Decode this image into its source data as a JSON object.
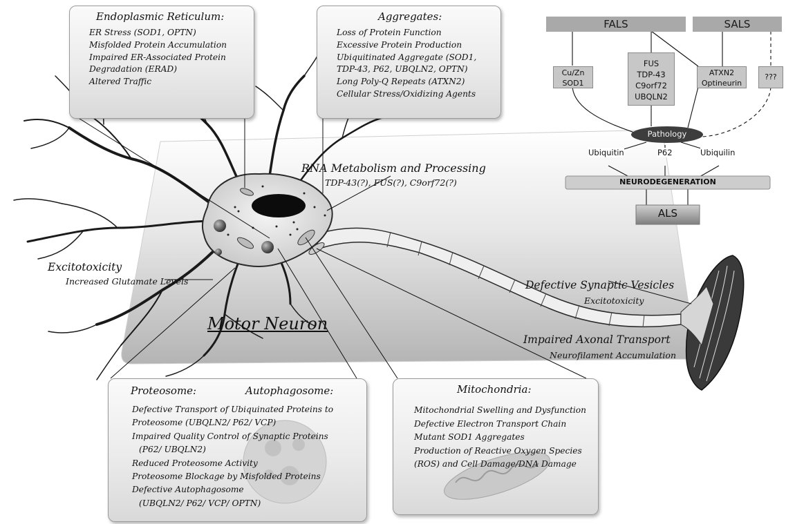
{
  "er": {
    "title": "Endoplasmic Reticulum:",
    "lines": [
      "ER Stress (SOD1, OPTN)",
      "Misfolded Protein Accumulation",
      "Impaired ER-Associated Protein",
      "Degradation (ERAD)",
      "Altered Traffic"
    ]
  },
  "aggregates": {
    "title": "Aggregates:",
    "lines": [
      "Loss of Protein Function",
      "Excessive Protein Production",
      "Ubiquitinated Aggregate (SOD1,",
      "TDP-43, P62, UBQLN2, OPTN)",
      "Long Poly-Q Repeats (ATXN2)",
      "Cellular Stress/Oxidizing Agents"
    ]
  },
  "rna": {
    "title": "RNA Metabolism and Processing",
    "subtitle": "TDP-43(?), FUS(?), C9orf72(?)"
  },
  "excitotoxicity": {
    "title": "Excitotoxicity",
    "subtitle": "Increased Glutamate Levels"
  },
  "motor_neuron": "Motor Neuron",
  "synaptic": {
    "title": "Defective Synaptic Vesicles",
    "subtitle": "Excitotoxicity"
  },
  "axonal": {
    "title": "Impaired Axonal Transport",
    "subtitle": "Neurofilament Accumulation"
  },
  "proteosome": {
    "title_left": "Proteosome:",
    "title_right": "Autophagosome:",
    "lines": [
      "Defective Transport of Ubiquinated Proteins to",
      "Proteosome (UBQLN2/ P62/ VCP)",
      "Impaired Quality Control of Synaptic Proteins",
      "(P62/ UBQLN2)",
      "Reduced Proteosome Activity",
      "Proteosome Blockage by Misfolded Proteins",
      "Defective Autophagosome",
      "(UBQLN2/ P62/ VCP/ OPTN)"
    ]
  },
  "mitochondria": {
    "title": "Mitochondria:",
    "lines": [
      "Mitochondrial Swelling and Dysfunction",
      "Defective Electron Transport Chain",
      "Mutant SOD1 Aggregates",
      "Production of Reactive Oxygen Species",
      "(ROS) and Cell Damage/DNA Damage"
    ]
  },
  "flow": {
    "fals": "FALS",
    "sals": "SALS",
    "cuzn": [
      "Cu/Zn",
      "SOD1"
    ],
    "fus_group": [
      "FUS",
      "TDP-43",
      "C9orf72",
      "UBQLN2"
    ],
    "atxn": [
      "ATXN2",
      "Optineurin"
    ],
    "unknown": "???",
    "pathology": "Pathology",
    "ubiquitin": "Ubiquitin",
    "p62": "P62",
    "ubiquilin": "Ubiquilin",
    "neurodegeneration": "NEURODEGENERATION",
    "als": "ALS"
  }
}
